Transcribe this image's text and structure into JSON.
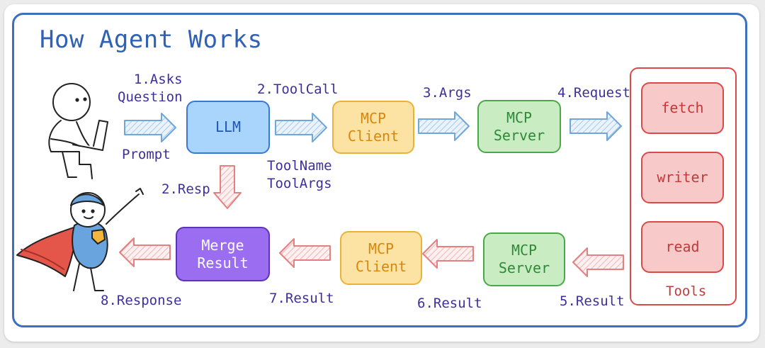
{
  "title": "How Agent Works",
  "nodes": {
    "llm": "LLM",
    "mcp_client_top": "MCP\nClient",
    "mcp_server_top": "MCP\nServer",
    "merge_result": "Merge\nResult",
    "mcp_client_bottom": "MCP\nClient",
    "mcp_server_bottom": "MCP\nServer"
  },
  "tools": {
    "title": "Tools",
    "items": [
      "fetch",
      "writer",
      "read"
    ]
  },
  "labels": {
    "asks_question": "1.Asks\nQuestion",
    "prompt": "Prompt",
    "toolcall": "2.ToolCall",
    "toolname_toolargs": "ToolName\nToolArgs",
    "resp": "2.Resp",
    "args": "3.Args",
    "request": "4.Request",
    "result5": "5.Result",
    "result6": "6.Result",
    "result7": "7.Result",
    "response8": "8.Response"
  },
  "colors": {
    "frame": "#3c6fbf",
    "arrow_blue": "#6fa6dc",
    "arrow_red": "#e48080"
  },
  "icons": {
    "user": "person-with-laptop-icon",
    "hero": "superhero-icon"
  }
}
